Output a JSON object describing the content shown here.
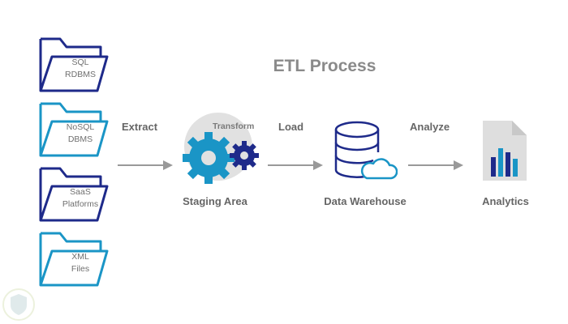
{
  "title": "ETL Process",
  "sources": [
    {
      "line1": "SQL",
      "line2": "RDBMS",
      "color": "#1e2a8a"
    },
    {
      "line1": "NoSQL",
      "line2": "DBMS",
      "color": "#1a95c6"
    },
    {
      "line1": "SaaS",
      "line2": "Platforms",
      "color": "#1e2a8a"
    },
    {
      "line1": "XML",
      "line2": "Files",
      "color": "#1a95c6"
    }
  ],
  "arrows": {
    "extract": "Extract",
    "load": "Load",
    "analyze": "Analyze"
  },
  "staging": {
    "transform_label": "Transform",
    "label": "Staging Area"
  },
  "warehouse": {
    "label": "Data Warehouse"
  },
  "analytics": {
    "label": "Analytics"
  },
  "colors": {
    "navy": "#1e2a8a",
    "blue": "#1a95c6",
    "gray_text": "#666666",
    "arrow": "#999999"
  }
}
